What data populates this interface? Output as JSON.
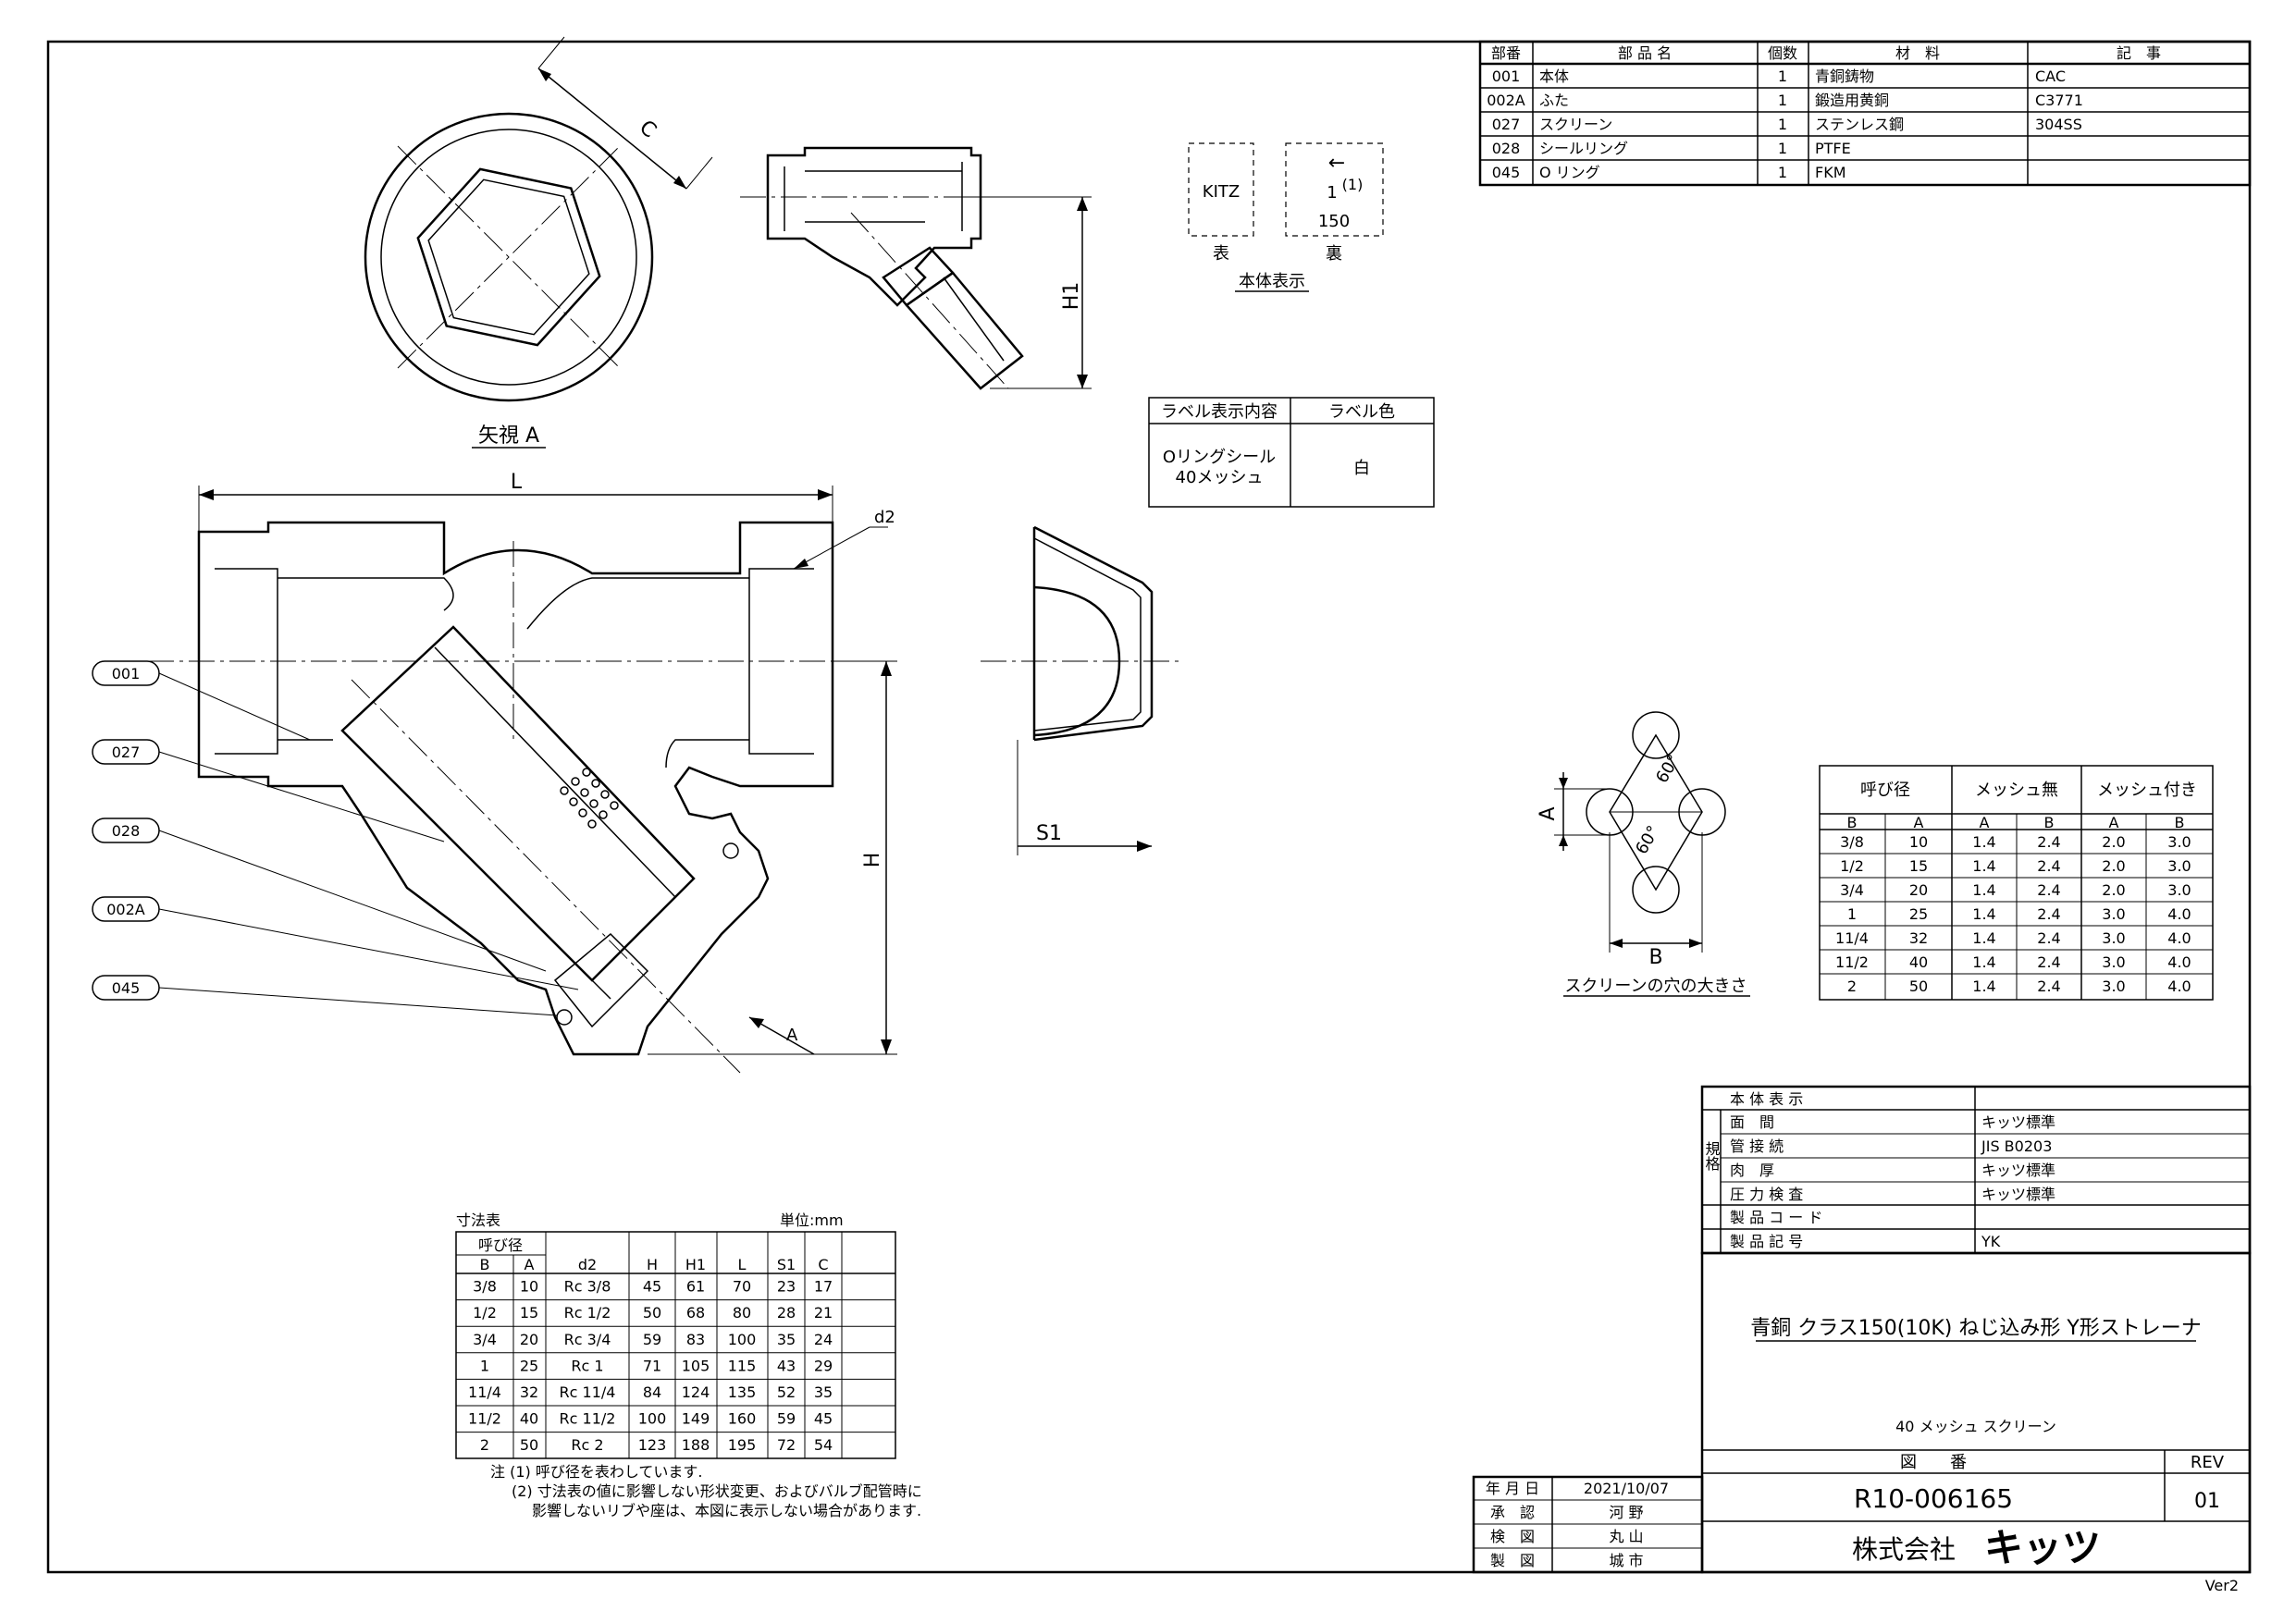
{
  "parts_table": {
    "headers": [
      "部番",
      "部 品 名",
      "個数",
      "材　料",
      "記　事"
    ],
    "rows": [
      [
        "001",
        "本体",
        "1",
        "青銅鋳物",
        "CAC"
      ],
      [
        "002A",
        "ふた",
        "1",
        "鍛造用黄銅",
        "C3771"
      ],
      [
        "027",
        "スクリーン",
        "1",
        "ステンレス鋼",
        "304SS"
      ],
      [
        "028",
        "シールリング",
        "1",
        "PTFE",
        ""
      ],
      [
        "045",
        "O リング",
        "1",
        "FKM",
        ""
      ]
    ]
  },
  "body_marking": {
    "front_text": "KITZ",
    "back_arrow": "←",
    "back_size": "1",
    "back_note": "(1)",
    "back_class": "150",
    "front_label": "表",
    "back_label": "裏",
    "caption": "本体表示"
  },
  "label_table": {
    "headers": [
      "ラベル表示内容",
      "ラベル色"
    ],
    "content_line1": "Oリングシール",
    "content_line2": "40メッシュ",
    "color": "白"
  },
  "views": {
    "arrow_view_caption": "矢視 A",
    "dim_C": "C",
    "dim_H1": "H1",
    "dim_L": "L",
    "dim_d2": "d2",
    "dim_H": "H",
    "dim_S1": "S1",
    "dim_A_arrow": "A",
    "callouts": [
      "001",
      "027",
      "028",
      "002A",
      "045"
    ]
  },
  "screen_hole": {
    "dim_A": "A",
    "dim_B": "B",
    "angle1": "60°",
    "angle2": "60°",
    "caption": "スクリーンの穴の大きさ"
  },
  "mesh_table": {
    "group_headers": [
      "呼び径",
      "メッシュ無",
      "メッシュ付き"
    ],
    "sub_headers": [
      "B",
      "A",
      "A",
      "B",
      "A",
      "B"
    ],
    "rows": [
      [
        "3/8",
        "10",
        "1.4",
        "2.4",
        "2.0",
        "3.0"
      ],
      [
        "1/2",
        "15",
        "1.4",
        "2.4",
        "2.0",
        "3.0"
      ],
      [
        "3/4",
        "20",
        "1.4",
        "2.4",
        "2.0",
        "3.0"
      ],
      [
        "1",
        "25",
        "1.4",
        "2.4",
        "3.0",
        "4.0"
      ],
      [
        "11/4",
        "32",
        "1.4",
        "2.4",
        "3.0",
        "4.0"
      ],
      [
        "11/2",
        "40",
        "1.4",
        "2.4",
        "3.0",
        "4.0"
      ],
      [
        "2",
        "50",
        "1.4",
        "2.4",
        "3.0",
        "4.0"
      ]
    ]
  },
  "dim_table": {
    "title": "寸法表",
    "unit": "単位:mm",
    "nominal_header": "呼び径",
    "headers": [
      "B",
      "A",
      "d2",
      "H",
      "H1",
      "L",
      "S1",
      "C"
    ],
    "rows": [
      [
        "3/8",
        "10",
        "Rc 3/8",
        "45",
        "61",
        "70",
        "23",
        "17"
      ],
      [
        "1/2",
        "15",
        "Rc 1/2",
        "50",
        "68",
        "80",
        "28",
        "21"
      ],
      [
        "3/4",
        "20",
        "Rc 3/4",
        "59",
        "83",
        "100",
        "35",
        "24"
      ],
      [
        "1",
        "25",
        "Rc 1",
        "71",
        "105",
        "115",
        "43",
        "29"
      ],
      [
        "11/4",
        "32",
        "Rc 11/4",
        "84",
        "124",
        "135",
        "52",
        "35"
      ],
      [
        "11/2",
        "40",
        "Rc 11/2",
        "100",
        "149",
        "160",
        "59",
        "45"
      ],
      [
        "2",
        "50",
        "Rc 2",
        "123",
        "188",
        "195",
        "72",
        "54"
      ]
    ],
    "note1": "注 (1) 呼び径を表わしています.",
    "note2": "(2) 寸法表の値に影響しない形状変更、およびバルブ配管時に",
    "note3": "影響しないリブや座は、本図に表示しない場合があります."
  },
  "spec_block": {
    "row_body_mark": "本 体 表 示",
    "side_label": "規格",
    "rows": [
      [
        "面　間",
        "キッツ標準"
      ],
      [
        "管 接 続",
        "JIS  B0203"
      ],
      [
        "肉　厚",
        "キッツ標準"
      ],
      [
        "圧 力 検 査",
        "キッツ標準"
      ]
    ],
    "product_code_label": "製 品 コ ー ド",
    "product_code": "",
    "product_symbol_label": "製 品 記 号",
    "product_symbol": "YK"
  },
  "title_block": {
    "title": "青銅 クラス150(10K) ねじ込み形 Y形ストレーナ",
    "subtitle": "40 メッシュ スクリーン",
    "drawing_no_label": "図　　番",
    "rev_label": "REV",
    "drawing_no": "R10-006165",
    "rev": "01",
    "company_prefix": "株式会社",
    "company_name": "キッツ",
    "date_label": "年 月 日",
    "date": "2021/10/07",
    "approved_label": "承　認",
    "approved": "河 野",
    "checked_label": "検　図",
    "checked": "丸 山",
    "drawn_label": "製　図",
    "drawn": "城 市",
    "version": "Ver2"
  }
}
